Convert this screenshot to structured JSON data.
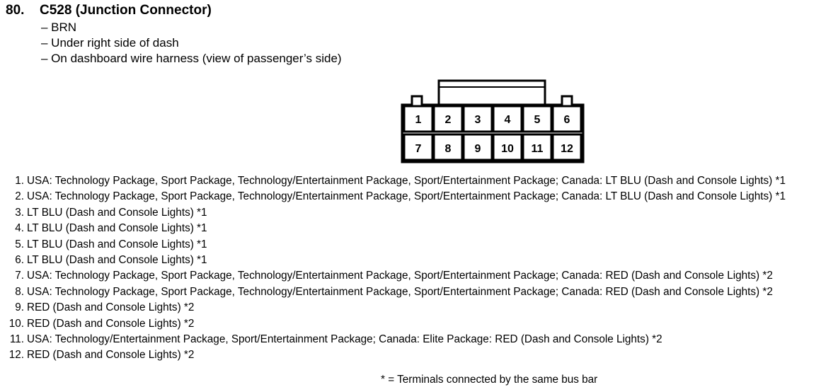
{
  "connector": {
    "number": "80.",
    "title": "C528 (Junction Connector)",
    "details": [
      "– BRN",
      "– Under right side of dash",
      "– On dashboard wire harness (view of passenger’s side)"
    ],
    "terminals_top": [
      "1",
      "2",
      "3",
      "4",
      "5",
      "6"
    ],
    "terminals_bottom": [
      "7",
      "8",
      "9",
      "10",
      "11",
      "12"
    ]
  },
  "pins": [
    {
      "num": "1.",
      "text": "USA: Technology Package, Sport Package, Technology/Entertainment Package, Sport/Entertainment Package; Canada: LT BLU (Dash and Console Lights) *1"
    },
    {
      "num": "2.",
      "text": "USA: Technology Package, Sport Package, Technology/Entertainment Package, Sport/Entertainment Package; Canada: LT BLU (Dash and Console Lights) *1"
    },
    {
      "num": "3.",
      "text": "LT BLU (Dash and Console Lights) *1"
    },
    {
      "num": "4.",
      "text": "LT BLU (Dash and Console Lights) *1"
    },
    {
      "num": "5.",
      "text": "LT BLU (Dash and Console Lights) *1"
    },
    {
      "num": "6.",
      "text": "LT BLU (Dash and Console Lights) *1"
    },
    {
      "num": "7.",
      "text": "USA: Technology Package, Sport Package, Technology/Entertainment Package, Sport/Entertainment Package; Canada: RED (Dash and Console Lights) *2"
    },
    {
      "num": "8.",
      "text": "USA: Technology Package, Sport Package, Technology/Entertainment Package, Sport/Entertainment Package; Canada: RED (Dash and Console Lights) *2"
    },
    {
      "num": "9.",
      "text": "RED (Dash and Console Lights) *2"
    },
    {
      "num": "10.",
      "text": "RED (Dash and Console Lights) *2"
    },
    {
      "num": "11.",
      "text": "USA: Technology/Entertainment Package, Sport/Entertainment Package; Canada: Elite Package: RED (Dash and Console Lights) *2"
    },
    {
      "num": "12.",
      "text": "RED (Dash and Console Lights) *2"
    }
  ],
  "footnote": "* = Terminals connected by the same bus bar"
}
